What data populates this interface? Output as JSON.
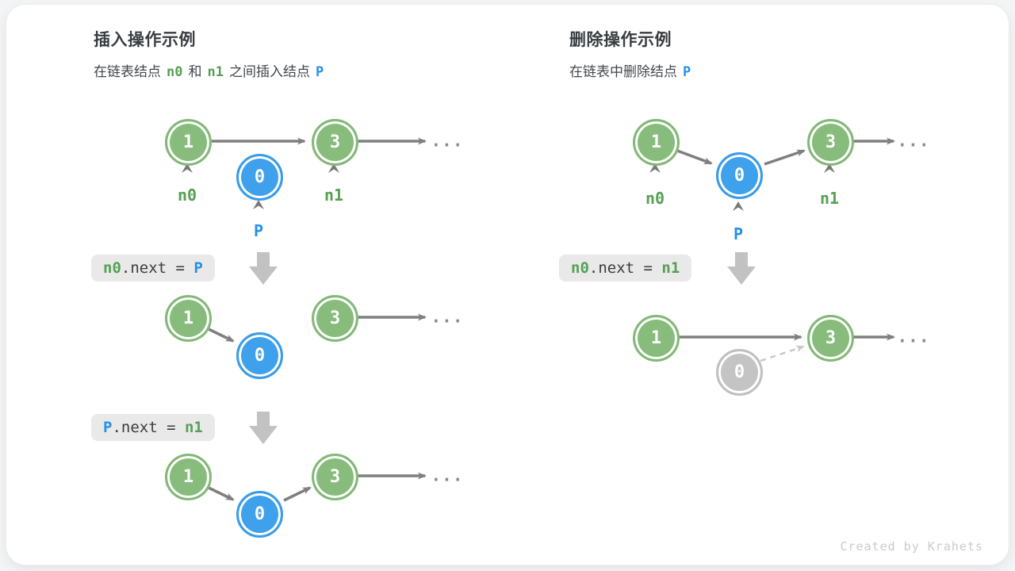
{
  "ellipsis": "...",
  "labels": {
    "n0": "n0",
    "n1": "n1",
    "p": "P"
  },
  "colors": {
    "node_green": "#87bc7c",
    "node_blue": "#3fa0eb",
    "node_gray": "#c4c4c4",
    "arrow_gray": "#7f7f7f",
    "dashed_arrow_gray": "#c9c9c9",
    "block_arrow_gray": "#c2c2c2",
    "code_box_bg": "#e9e9e9",
    "token_green": "#55a054",
    "token_blue": "#2490e9",
    "text_dark": "#383d42",
    "watermark_gray": "#c9cbcc"
  },
  "watermark": "Created by Krahets",
  "left": {
    "title": "插入操作示例",
    "subtitle": {
      "t1": "在链表结点",
      "n0": "n0",
      "t2": "和",
      "n1": "n1",
      "t3": "之间插入结点",
      "p": "P"
    },
    "fig1": {
      "node1": "1",
      "node0": "0",
      "node3": "3"
    },
    "code1": {
      "lhs": "n0",
      "mid": ".next = ",
      "rhs": "P"
    },
    "fig2": {
      "node1": "1",
      "node0": "0",
      "node3": "3"
    },
    "code2": {
      "lhs": "P",
      "mid": ".next = ",
      "rhs": "n1"
    },
    "fig3": {
      "node1": "1",
      "node0": "0",
      "node3": "3"
    }
  },
  "right": {
    "title": "删除操作示例",
    "subtitle": {
      "t1": "在链表中删除结点",
      "p": "P"
    },
    "fig1": {
      "node1": "1",
      "node0": "0",
      "node3": "3"
    },
    "code": {
      "lhs": "n0",
      "mid": ".next = ",
      "rhs": "n1"
    },
    "fig2": {
      "node1": "1",
      "node0": "0",
      "node3": "3"
    }
  }
}
